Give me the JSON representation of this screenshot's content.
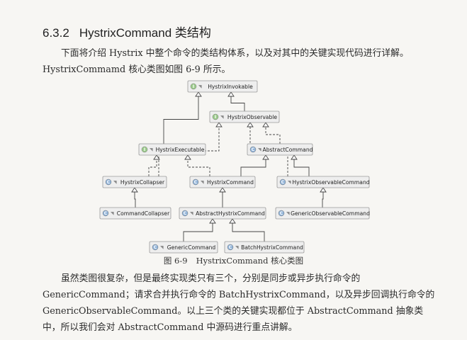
{
  "section": {
    "number": "6.3.2",
    "title": "HystrixCommand 类结构"
  },
  "intro": "下面将介绍 Hystrix 中整个命令的类结构体系，以及对其中的关键实现代码进行详解。HystrixCommamd 核心类图如图 6-9 所示。",
  "figure": {
    "number": "图 6-9",
    "caption": "HystrixCommand 核心类图",
    "nodes": [
      {
        "id": "invokable",
        "label": "HystrixInvokable",
        "kind": "I",
        "color": "#9ccb8c"
      },
      {
        "id": "observable",
        "label": "HystrixObservable",
        "kind": "I",
        "color": "#9ccb8c"
      },
      {
        "id": "executable",
        "label": "HystrixExecutable",
        "kind": "I",
        "color": "#9ccb8c"
      },
      {
        "id": "abstractCommand",
        "label": "AbstractCommand",
        "kind": "C",
        "color": "#8fb2d8"
      },
      {
        "id": "collapser",
        "label": "HystrixCollapser",
        "kind": "C",
        "color": "#8fb2d8"
      },
      {
        "id": "hystrixCommand",
        "label": "HystrixCommand",
        "kind": "C",
        "color": "#8fb2d8"
      },
      {
        "id": "observableCommand",
        "label": "HystrixObservableCommand",
        "kind": "C",
        "color": "#8fb2d8"
      },
      {
        "id": "commandCollapser",
        "label": "CommandCollapser",
        "kind": "C",
        "color": "#8fb2d8"
      },
      {
        "id": "abstractHystrix",
        "label": "AbstractHystrixCommand",
        "kind": "C",
        "color": "#8fb2d8"
      },
      {
        "id": "genericObservable",
        "label": "GenericObservableCommand",
        "kind": "C",
        "color": "#8fb2d8"
      },
      {
        "id": "genericCommand",
        "label": "GenericCommand",
        "kind": "C",
        "color": "#8fb2d8"
      },
      {
        "id": "batchCommand",
        "label": "BatchHystrixCommand",
        "kind": "C",
        "color": "#8fb2d8"
      }
    ],
    "edges": [
      {
        "from": "observable",
        "to": "invokable",
        "style": "solid"
      },
      {
        "from": "executable",
        "to": "invokable",
        "style": "solid"
      },
      {
        "from": "abstractCommand",
        "to": "observable",
        "style": "dashed"
      },
      {
        "from": "collapser",
        "to": "executable",
        "style": "dashed"
      },
      {
        "from": "collapser",
        "to": "observable",
        "style": "dashed"
      },
      {
        "from": "hystrixCommand",
        "to": "executable",
        "style": "dashed"
      },
      {
        "from": "hystrixCommand",
        "to": "abstractCommand",
        "style": "solid"
      },
      {
        "from": "observableCommand",
        "to": "observable",
        "style": "dashed"
      },
      {
        "from": "observableCommand",
        "to": "abstractCommand",
        "style": "solid"
      },
      {
        "from": "commandCollapser",
        "to": "collapser",
        "style": "solid"
      },
      {
        "from": "abstractHystrix",
        "to": "hystrixCommand",
        "style": "solid"
      },
      {
        "from": "genericObservable",
        "to": "observableCommand",
        "style": "solid"
      },
      {
        "from": "genericCommand",
        "to": "abstractHystrix",
        "style": "solid"
      },
      {
        "from": "batchCommand",
        "to": "abstractHystrix",
        "style": "solid"
      }
    ]
  },
  "summary": "虽然类图很复杂，但是最终实现类只有三个，分别是同步或异步执行命令的 GenericCommand；请求合并执行命令的 BatchHystrixCommand，以及异步回调执行命令的 GenericObservableCommand。以上三个类的关键实现都位于 AbstractCommand 抽象类中，所以我们会对 AbstractCommand 中源码进行重点讲解。"
}
